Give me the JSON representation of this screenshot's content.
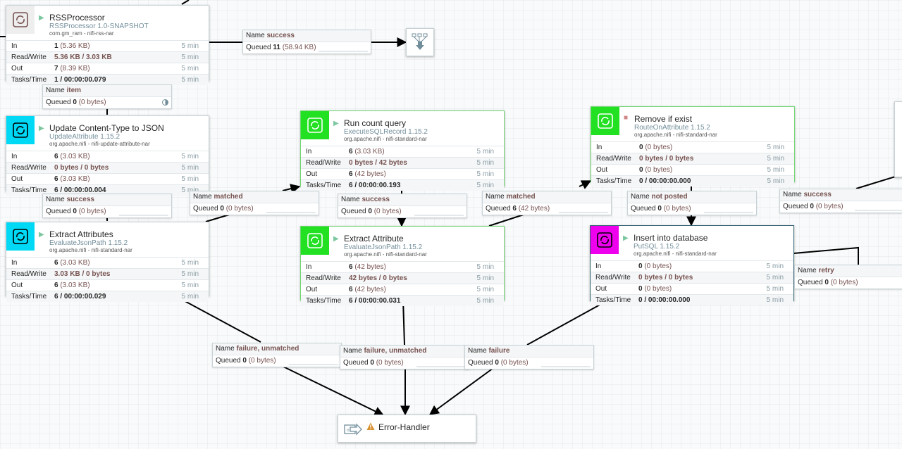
{
  "colors": {
    "processor_icon_cyan": "#00d9f5",
    "processor_icon_green": "#22e022",
    "processor_icon_magenta": "#ee00ee",
    "processor_icon_gray": "#eeeeee",
    "state_running": "#7dc7a0",
    "state_stopped": "#d18686",
    "warning": "#d88f30"
  },
  "processors": {
    "rss": {
      "name": "RSSProcessor",
      "type": "RSSProcessor 1.0-SNAPSHOT",
      "bundle": "com.gm_ram - nifi-rss-nar",
      "icon": "refresh-icon",
      "state": "running",
      "in": {
        "label": "In",
        "count": "1",
        "size": "(5.36 KB)",
        "time": "5 min"
      },
      "rw": {
        "label": "Read/Write",
        "value": "5.36 KB / 3.03 KB",
        "time": "5 min"
      },
      "out": {
        "label": "Out",
        "count": "7",
        "size": "(8.39 KB)",
        "time": "5 min"
      },
      "tasks": {
        "label": "Tasks/Time",
        "value": "1 / 00:00:00.079",
        "time": "5 min"
      }
    },
    "update": {
      "name": "Update Content-Type to JSON",
      "type": "UpdateAttribute 1.15.2",
      "bundle": "org.apache.nifi - nifi-update-attribute-nar",
      "icon": "refresh-icon",
      "state": "running",
      "in": {
        "label": "In",
        "count": "6",
        "size": "(3.03 KB)",
        "time": "5 min"
      },
      "rw": {
        "label": "Read/Write",
        "value": "0 bytes / 0 bytes",
        "time": "5 min"
      },
      "out": {
        "label": "Out",
        "count": "6",
        "size": "(3.03 KB)",
        "time": "5 min"
      },
      "tasks": {
        "label": "Tasks/Time",
        "value": "6 / 00:00:00.004",
        "time": "5 min"
      }
    },
    "extract_attrs": {
      "name": "Extract Attributes",
      "type": "EvaluateJsonPath 1.15.2",
      "bundle": "org.apache.nifi - nifi-standard-nar",
      "icon": "refresh-icon",
      "state": "running",
      "in": {
        "label": "In",
        "count": "6",
        "size": "(3.03 KB)",
        "time": "5 min"
      },
      "rw": {
        "label": "Read/Write",
        "value": "3.03 KB / 0 bytes",
        "time": "5 min"
      },
      "out": {
        "label": "Out",
        "count": "6",
        "size": "(3.03 KB)",
        "time": "5 min"
      },
      "tasks": {
        "label": "Tasks/Time",
        "value": "6 / 00:00:00.029",
        "time": "5 min"
      }
    },
    "count": {
      "name": "Run count query",
      "type": "ExecuteSQLRecord 1.15.2",
      "bundle": "org.apache.nifi - nifi-standard-nar",
      "icon": "refresh-icon",
      "state": "running",
      "in": {
        "label": "In",
        "count": "6",
        "size": "(3.03 KB)",
        "time": "5 min"
      },
      "rw": {
        "label": "Read/Write",
        "value": "0 bytes / 42 bytes",
        "time": "5 min"
      },
      "out": {
        "label": "Out",
        "count": "6",
        "size": "(42 bytes)",
        "time": "5 min"
      },
      "tasks": {
        "label": "Tasks/Time",
        "value": "6 / 00:00:00.193",
        "time": "5 min"
      }
    },
    "extract_attr": {
      "name": "Extract Attribute",
      "type": "EvaluateJsonPath 1.15.2",
      "bundle": "org.apache.nifi - nifi-standard-nar",
      "icon": "refresh-icon",
      "state": "running",
      "in": {
        "label": "In",
        "count": "6",
        "size": "(42 bytes)",
        "time": "5 min"
      },
      "rw": {
        "label": "Read/Write",
        "value": "42 bytes / 0 bytes",
        "time": "5 min"
      },
      "out": {
        "label": "Out",
        "count": "6",
        "size": "(42 bytes)",
        "time": "5 min"
      },
      "tasks": {
        "label": "Tasks/Time",
        "value": "6 / 00:00:00.031",
        "time": "5 min"
      }
    },
    "remove": {
      "name": "Remove if exist",
      "type": "RouteOnAttribute 1.15.2",
      "bundle": "org.apache.nifi - nifi-standard-nar",
      "icon": "refresh-icon",
      "state": "stopped",
      "in": {
        "label": "In",
        "count": "0",
        "size": "(0 bytes)",
        "time": "5 min"
      },
      "rw": {
        "label": "Read/Write",
        "value": "0 bytes / 0 bytes",
        "time": "5 min"
      },
      "out": {
        "label": "Out",
        "count": "0",
        "size": "(0 bytes)",
        "time": "5 min"
      },
      "tasks": {
        "label": "Tasks/Time",
        "value": "0 / 00:00:00.000",
        "time": "5 min"
      }
    },
    "insert": {
      "name": "Insert into database",
      "type": "PutSQL 1.15.2",
      "bundle": "org.apache.nifi - nifi-standard-nar",
      "icon": "refresh-icon",
      "state": "running",
      "in": {
        "label": "In",
        "count": "0",
        "size": "(0 bytes)",
        "time": "5 min"
      },
      "rw": {
        "label": "Read/Write",
        "value": "0 bytes / 0 bytes",
        "time": "5 min"
      },
      "out": {
        "label": "Out",
        "count": "0",
        "size": "(0 bytes)",
        "time": "5 min"
      },
      "tasks": {
        "label": "Tasks/Time",
        "value": "0 / 00:00:00.000",
        "time": "5 min"
      }
    }
  },
  "connections": {
    "name_label": "Name",
    "queued_label": "Queued",
    "rss_success": {
      "name": "success",
      "count": "11",
      "size": "(58.94 KB)"
    },
    "rss_item": {
      "name": "item",
      "count": "0",
      "size": "(0 bytes)"
    },
    "update_success": {
      "name": "success",
      "count": "0",
      "size": "(0 bytes)"
    },
    "matched_left": {
      "name": "matched",
      "count": "0",
      "size": "(0 bytes)"
    },
    "count_success": {
      "name": "success",
      "count": "0",
      "size": "(0 bytes)"
    },
    "matched_right": {
      "name": "matched",
      "count": "6",
      "size": "(42 bytes)"
    },
    "not_posted": {
      "name": "not posted",
      "count": "0",
      "size": "(0 bytes)"
    },
    "remove_success": {
      "name": "success",
      "count": "0",
      "size": "(0 bytes)"
    },
    "retry": {
      "name": "retry",
      "count": "0",
      "size": "(0 bytes)"
    },
    "fail1": {
      "name": "failure, unmatched",
      "count": "0",
      "size": "(0 bytes)"
    },
    "fail2": {
      "name": "failure, unmatched",
      "count": "0",
      "size": "(0 bytes)"
    },
    "fail3": {
      "name": "failure",
      "count": "0",
      "size": "(0 bytes)"
    }
  },
  "funnel": {
    "icon": "funnel-icon"
  },
  "output_port": {
    "label": "Error-Handler",
    "icon": "output-port-icon",
    "warning_icon": "warning-icon"
  }
}
